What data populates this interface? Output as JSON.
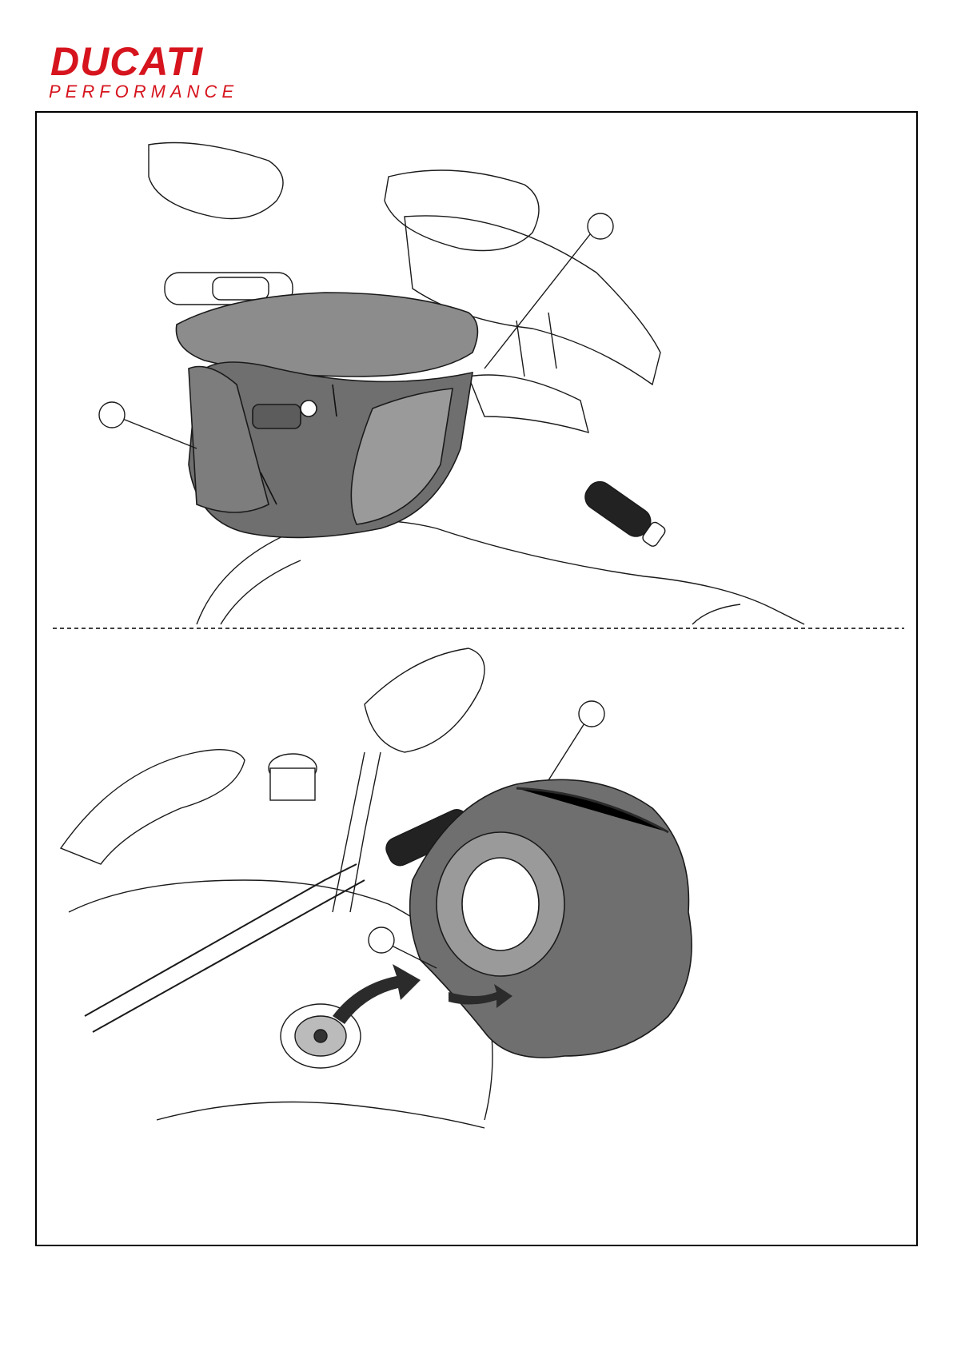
{
  "header": {
    "brand": "DUCATI",
    "sub": "PERFORMANCE",
    "brand_color": "#d6141d"
  },
  "figures": [
    {
      "id": "top",
      "description_icon": "tank-bag-mounted-illustration",
      "callouts": 2
    },
    {
      "id": "bottom",
      "description_icon": "tank-bag-installation-illustration",
      "callouts": 2
    }
  ],
  "colors": {
    "line": "#1a1a1a",
    "bag_fill": "#8c8c8c",
    "bag_dark": "#5c5c5c",
    "arrow": "#2b2b2b"
  }
}
